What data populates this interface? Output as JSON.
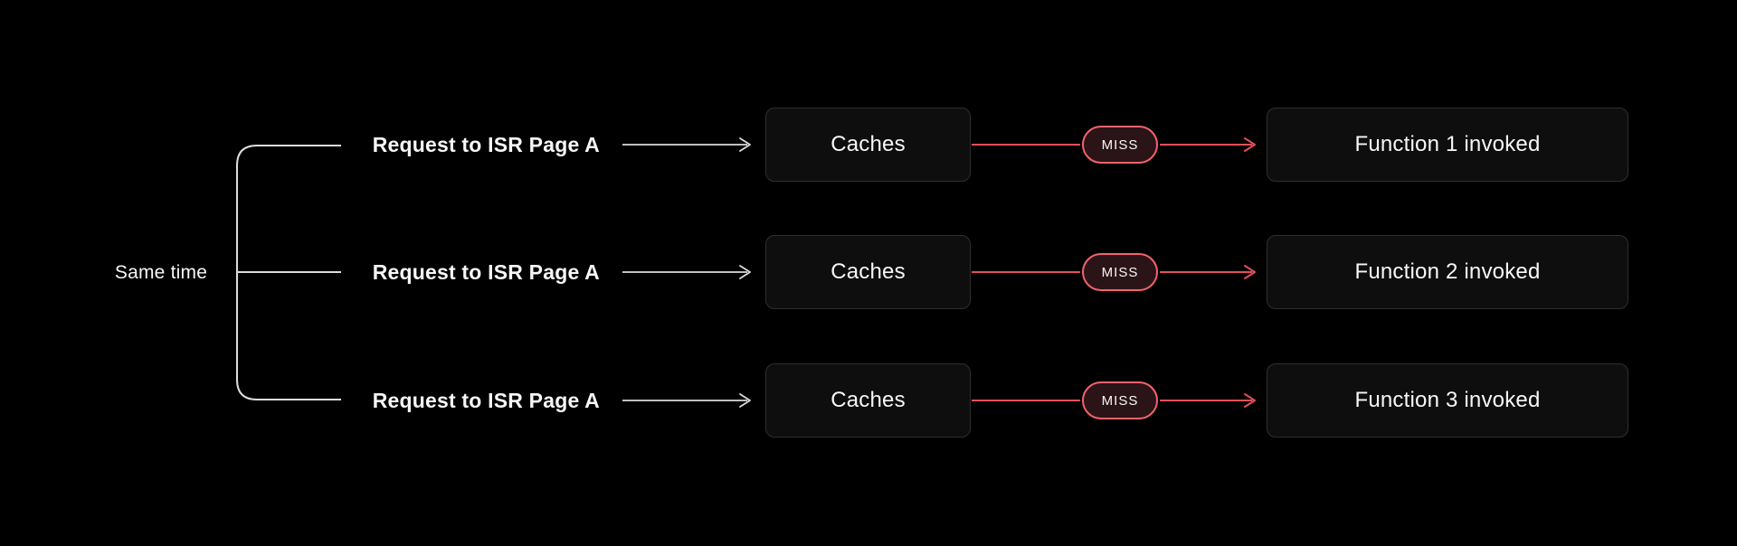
{
  "diagram": {
    "side_label": "Same time",
    "rows": [
      {
        "request_label": "Request to ISR Page A",
        "cache_label": "Caches",
        "status": "MISS",
        "result_label": "Function 1 invoked"
      },
      {
        "request_label": "Request to ISR Page A",
        "cache_label": "Caches",
        "status": "MISS",
        "result_label": "Function 2 invoked"
      },
      {
        "request_label": "Request to ISR Page A",
        "cache_label": "Caches",
        "status": "MISS",
        "result_label": "Function 3 invoked"
      }
    ]
  },
  "colors": {
    "background": "#000000",
    "box_fill": "#0e0e0e",
    "box_border": "#2e2e2e",
    "text": "#f7f7f7",
    "connector_white": "#dcdcdc",
    "red_line": "#e2505a",
    "pill_border": "#f2636c",
    "pill_fill": "#2b1418"
  }
}
